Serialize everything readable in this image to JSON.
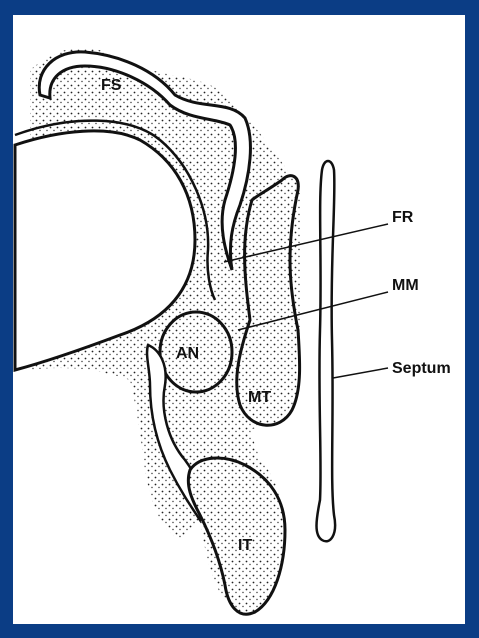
{
  "diagram": {
    "labels": {
      "fs": "FS",
      "fr": "FR",
      "mm": "MM",
      "an": "AN",
      "mt": "MT",
      "septum": "Septum",
      "it": "IT"
    }
  }
}
